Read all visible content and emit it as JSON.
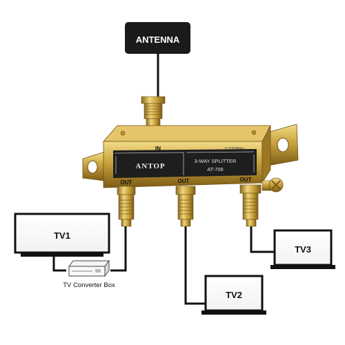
{
  "antenna": {
    "label": "ANTENNA"
  },
  "splitter": {
    "brand": "ANTOP",
    "model_line1": "3-WAY SPLITTER",
    "model_line2": "AT-706",
    "freq": "5-2050MHz",
    "in_label": "IN",
    "out_left": "OUT",
    "out_mid": "OUT",
    "out_right": "OUT"
  },
  "devices": {
    "tv1": "TV1",
    "tv2": "TV2",
    "tv3": "TV3",
    "converter": "TV Converter Box"
  },
  "colors": {
    "gold": "#c9a33c",
    "gold_dark": "#8a6a1c",
    "panel": "#1e1e1e",
    "cable": "#111111"
  }
}
